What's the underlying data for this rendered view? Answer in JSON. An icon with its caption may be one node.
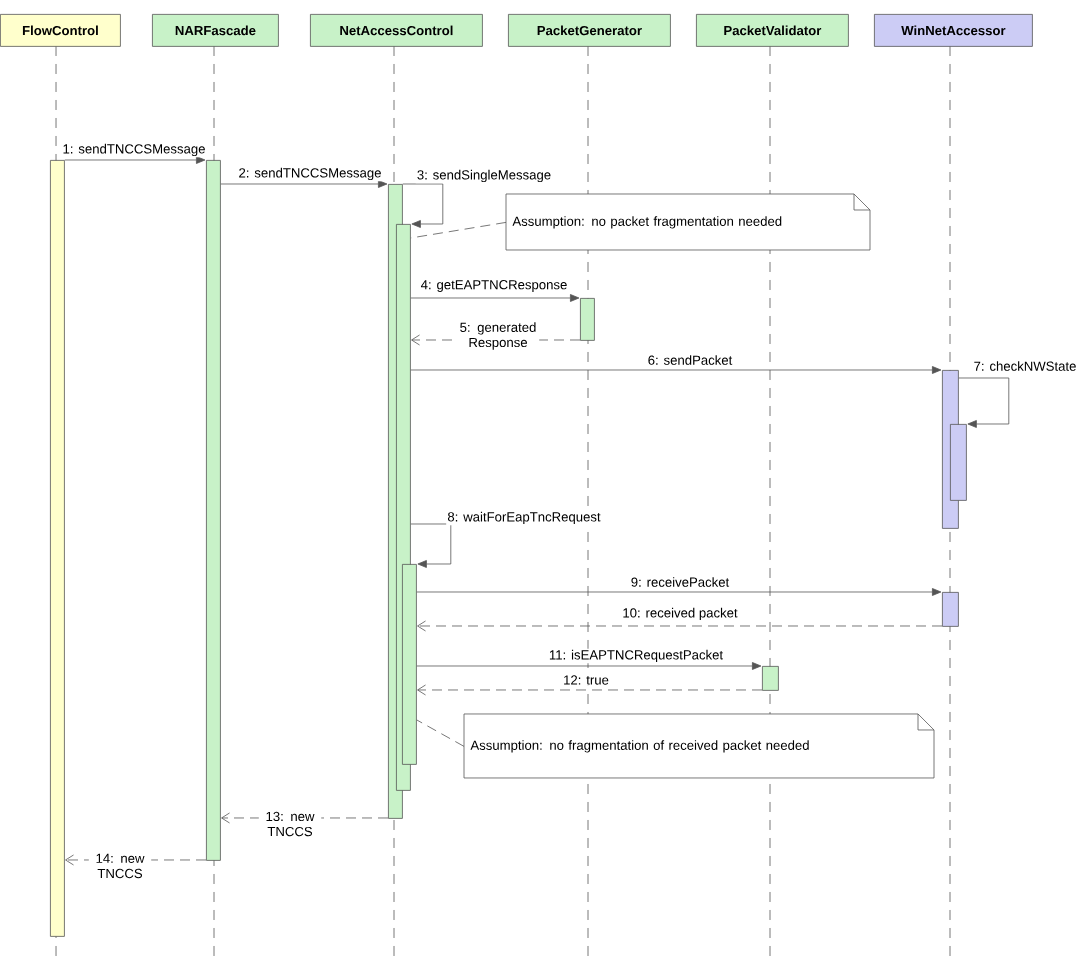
{
  "diagram": {
    "nodes": [
      {
        "text": [
          "FlowControl"
        ]
      },
      {
        "text": [
          "NARFascade"
        ]
      },
      {
        "text": [
          "NetAccessControl"
        ]
      },
      {
        "text": [
          "PacketGenerator"
        ]
      },
      {
        "text": [
          "PacketValidator"
        ]
      },
      {
        "text": [
          "WinNetAccessor"
        ]
      },
      {
        "text": [],
        "shape": "bar"
      },
      {
        "text": [],
        "shape": "bar"
      },
      {
        "text": [],
        "shape": "bar"
      },
      {
        "text": [],
        "shape": "bar"
      },
      {
        "text": [
          "Assumption: no packet fragmentation needed"
        ]
      },
      {
        "text": [],
        "shape": "bar"
      },
      {
        "text": [],
        "shape": "bar"
      },
      {
        "text": [],
        "shape": "bar"
      },
      {
        "text": [],
        "shape": "bar"
      },
      {
        "text": [],
        "shape": "bar"
      },
      {
        "text": [],
        "shape": "bar"
      },
      {
        "text": [
          "Assumption: no fragmentation of received packet needed"
        ]
      }
    ],
    "edges": [
      {
        "from": 6,
        "to": 7,
        "arrow": "to",
        "label": "1: sendTNCCSMessage"
      },
      {
        "from": 7,
        "to": 8,
        "arrow": "to",
        "label": "2: sendTNCCSMessage"
      },
      {
        "from": 8,
        "to": 9,
        "arrow": "to",
        "label": "3: sendSingleMessage"
      },
      {
        "from": 10,
        "to": 9,
        "arrow": "none",
        "style": "dashed"
      },
      {
        "from": 9,
        "to": 11,
        "arrow": "to",
        "label": "4: getEAPTNCResponse"
      },
      {
        "from": 11,
        "to": 9,
        "arrow": "to",
        "style": "dashed",
        "label": "5: generated Response"
      },
      {
        "from": 9,
        "to": 12,
        "arrow": "to",
        "label": "6: sendPacket"
      },
      {
        "from": 12,
        "to": 13,
        "arrow": "to",
        "label": "7: checkNWState"
      },
      {
        "from": 9,
        "to": 14,
        "arrow": "to",
        "label": "8: waitForEapTncRequest"
      },
      {
        "from": 14,
        "to": 15,
        "arrow": "to",
        "label": "9: receivePacket"
      },
      {
        "from": 15,
        "to": 14,
        "arrow": "to",
        "style": "dashed",
        "label": "10: received packet"
      },
      {
        "from": 14,
        "to": 16,
        "arrow": "to",
        "label": "11: isEAPTNCRequestPacket"
      },
      {
        "from": 16,
        "to": 14,
        "arrow": "to",
        "style": "dashed",
        "label": "12: true"
      },
      {
        "from": 17,
        "to": 14,
        "arrow": "none",
        "style": "dashed"
      },
      {
        "from": 8,
        "to": 7,
        "arrow": "to",
        "style": "dashed",
        "label": "13: new TNCCS"
      },
      {
        "from": 7,
        "to": 6,
        "arrow": "to",
        "style": "dashed",
        "label": "14: new TNCCS"
      }
    ]
  }
}
